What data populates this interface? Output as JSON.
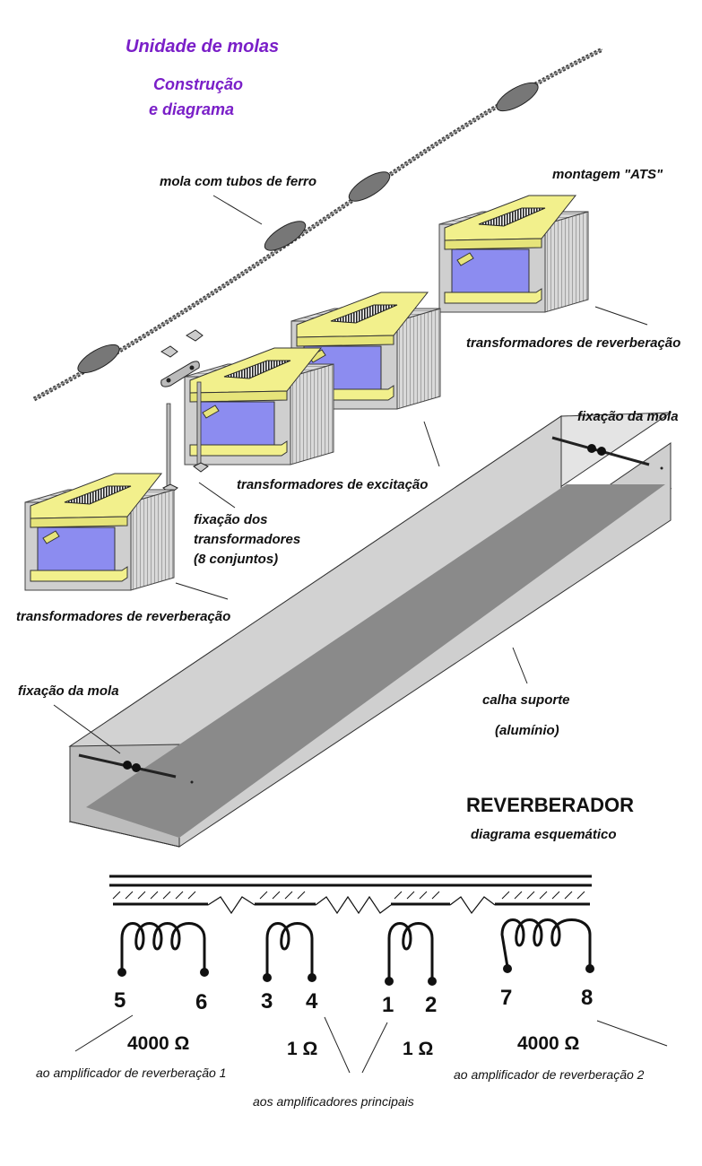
{
  "header": {
    "title": "Unidade de molas",
    "subtitle_line1": "Construção",
    "subtitle_line2": "e diagrama"
  },
  "labels": {
    "spring": "mola com tubos de ferro",
    "ats": "montagem \"ATS\"",
    "reverb_transformers_top": "transformadores de reverberação",
    "excitation_transformers": "transformadores de excitação",
    "spring_fixing_right": "fixação da mola",
    "fixing_transformers_1": "fixação dos",
    "fixing_transformers_2": "transformadores",
    "fixing_transformers_3": "(8 conjuntos)",
    "reverb_transformers_left": "transformadores de reverberação",
    "spring_fixing_left": "fixação da mola",
    "channel_1": "calha suporte",
    "channel_2": "(alumínio)"
  },
  "schematic": {
    "title": "REVERBERADOR",
    "subtitle": "diagrama esquemático",
    "pins": [
      "5",
      "6",
      "3",
      "4",
      "1",
      "2",
      "7",
      "8"
    ],
    "impedance_left": "4000 Ω",
    "impedance_mid_left": "1 Ω",
    "impedance_mid_right": "1 Ω",
    "impedance_right": "4000 Ω",
    "note_left": "ao amplificador de reverberação 1",
    "note_right": "ao amplificador de reverberação 2",
    "note_center": "aos amplificadores principais"
  },
  "colors": {
    "title": "#7a1fc8",
    "bobbin_yellow": "#f2f08c",
    "coil_blue": "#8c8cf0",
    "lamination_gray": "#cfcfcf",
    "channel_gray": "#d6d6d6",
    "channel_dark": "#8a8a8a"
  }
}
